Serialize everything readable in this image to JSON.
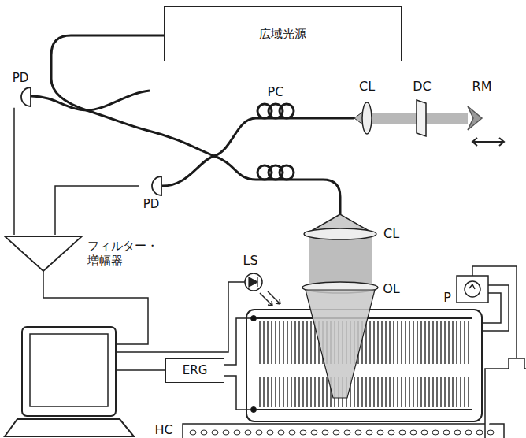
{
  "diagram": {
    "nodes": [
      {
        "text": [
          "広域光源"
        ]
      },
      {
        "text": [
          "PD"
        ]
      },
      {
        "text": [
          "PD"
        ]
      },
      {
        "text": [
          "フィルター・ 増幅器"
        ]
      },
      {
        "text": [
          "ERG"
        ]
      }
    ],
    "edges": [
      {
        "from": 1,
        "to": 3,
        "arrow": "none"
      },
      {
        "from": 2,
        "to": 3,
        "arrow": "none"
      }
    ],
    "labels": [
      "PC",
      "CL",
      "DC",
      "RM",
      "CL",
      "OL",
      "LS",
      "P",
      "HC"
    ]
  }
}
